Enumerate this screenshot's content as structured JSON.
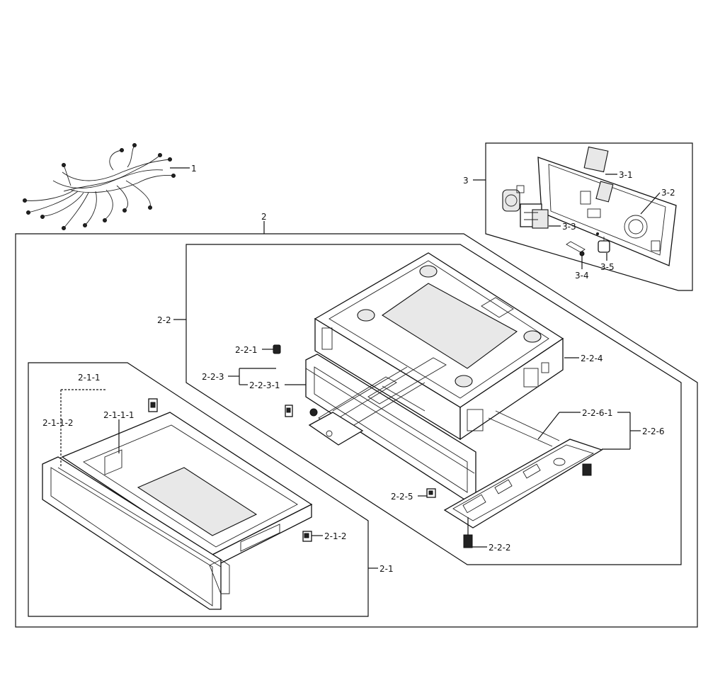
{
  "labels": {
    "l1": "1",
    "l2": "2",
    "l3": "3",
    "l3_1": "3-1",
    "l3_2": "3-2",
    "l3_3": "3-3",
    "l3_4": "3-4",
    "l3_5": "3-5",
    "l2_2": "2-2",
    "l2_2_1": "2-2-1",
    "l2_2_3": "2-2-3",
    "l2_2_3_1": "2-2-3-1",
    "l2_2_4": "2-2-4",
    "l2_2_6_1": "2-2-6-1",
    "l2_2_6": "2-2-6",
    "l2_2_5": "2-2-5",
    "l2_2_2": "2-2-2",
    "l2_1_1": "2-1-1",
    "l2_1_1_2": "2-1-1-2",
    "l2_1_1_1": "2-1-1-1",
    "l2_1_2": "2-1-2",
    "l2_1": "2-1"
  }
}
